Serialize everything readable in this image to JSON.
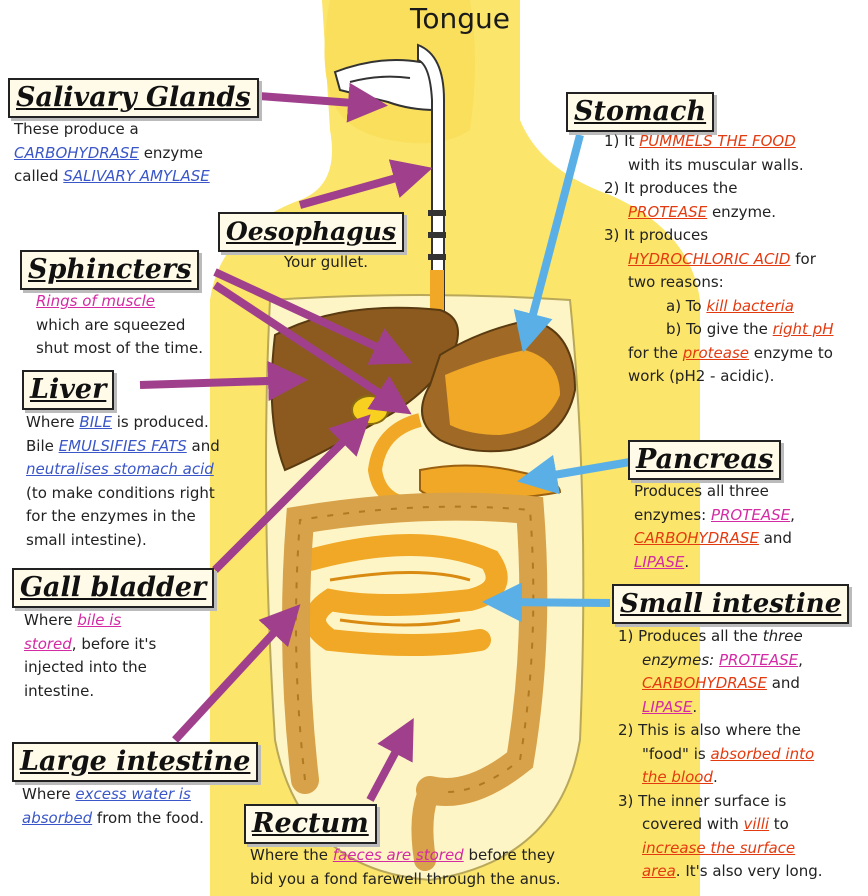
{
  "tongue_label": "Tongue",
  "colors": {
    "arrow_purple": "#a0408c",
    "arrow_blue": "#5ab0e6",
    "body_yellow": "#fbe56a",
    "organ_orange": "#f0a826",
    "liver_brown": "#8c5a1e",
    "intestine_tan": "#d8a24a"
  },
  "labels": {
    "salivary_glands": {
      "title": "Salivary Glands",
      "l1": "These produce a",
      "l2_a": "CARBOHYDRASE",
      "l2_b": " enzyme",
      "l3_a": "called ",
      "l3_b": "SALIVARY AMYLASE"
    },
    "oesophagus": {
      "title": "Oesophagus",
      "desc": "Your gullet."
    },
    "sphincters": {
      "title": "Sphincters",
      "l1": "Rings of muscle",
      "l2": "which are squeezed",
      "l3": "shut most of the time."
    },
    "liver": {
      "title": "Liver",
      "l1_a": "Where ",
      "l1_b": "BILE",
      "l1_c": " is produced.",
      "l2_a": "Bile ",
      "l2_b": "EMULSIFIES FATS",
      "l2_c": " and",
      "l3": "neutralises stomach acid",
      "l4": "(to make conditions right",
      "l5": "for the enzymes in the",
      "l6": "small intestine)."
    },
    "gall_bladder": {
      "title": "Gall bladder",
      "l1_a": "Where ",
      "l1_b": "bile is",
      "l2_a": "stored",
      "l2_b": ", before it's",
      "l3": "injected into the",
      "l4": "intestine."
    },
    "large_intestine": {
      "title": "Large intestine",
      "l1_a": "Where ",
      "l1_b": "excess water is",
      "l2_a": "absorbed",
      "l2_b": " from the food."
    },
    "rectum": {
      "title": "Rectum",
      "l1_a": "Where the ",
      "l1_b": "faeces are stored",
      "l1_c": " before they",
      "l2": "bid you a fond farewell through the anus."
    },
    "stomach": {
      "title": "Stomach",
      "l1_a": "1) It ",
      "l1_b": "PUMMELS THE FOOD",
      "l2": "with its muscular walls.",
      "l3": "2) It produces the",
      "l4_a": "PROTEASE",
      "l4_b": " enzyme.",
      "l5": "3) It produces",
      "l6_a": "HYDROCHLORIC ACID",
      "l6_b": " for",
      "l7": "two reasons:",
      "l8_a": "a) To ",
      "l8_b": "kill bacteria",
      "l9_a": "b) To give the ",
      "l9_b": "right pH",
      "l10_a": "for the ",
      "l10_b": "protease",
      "l10_c": " enzyme to",
      "l11": "work (pH2 - acidic)."
    },
    "pancreas": {
      "title": "Pancreas",
      "l1": "Produces all three",
      "l2_a": "enzymes: ",
      "l2_b": "PROTEASE",
      "l2_c": ",",
      "l3_a": "CARBOHYDRASE",
      "l3_b": "  and",
      "l4_a": "LIPASE",
      "l4_b": "."
    },
    "small_intestine": {
      "title": "Small intestine",
      "l1_a": "1) Produces all the ",
      "l1_b": "three",
      "l2_a": "enzymes: ",
      "l2_b": "PROTEASE",
      "l2_c": ",",
      "l3_a": "CARBOHYDRASE",
      "l3_b": " and",
      "l4_a": "LIPASE",
      "l4_b": ".",
      "l5": "2) This is also where the",
      "l6_a": "\"food\" is ",
      "l6_b": "absorbed into",
      "l7_a": "the blood",
      "l7_b": ".",
      "l8": "3) The inner surface is",
      "l9_a": "covered with ",
      "l9_b": "villi",
      "l9_c": " to",
      "l10": "increase the surface",
      "l11_a": "area",
      "l11_b": ". It's also very long."
    }
  }
}
